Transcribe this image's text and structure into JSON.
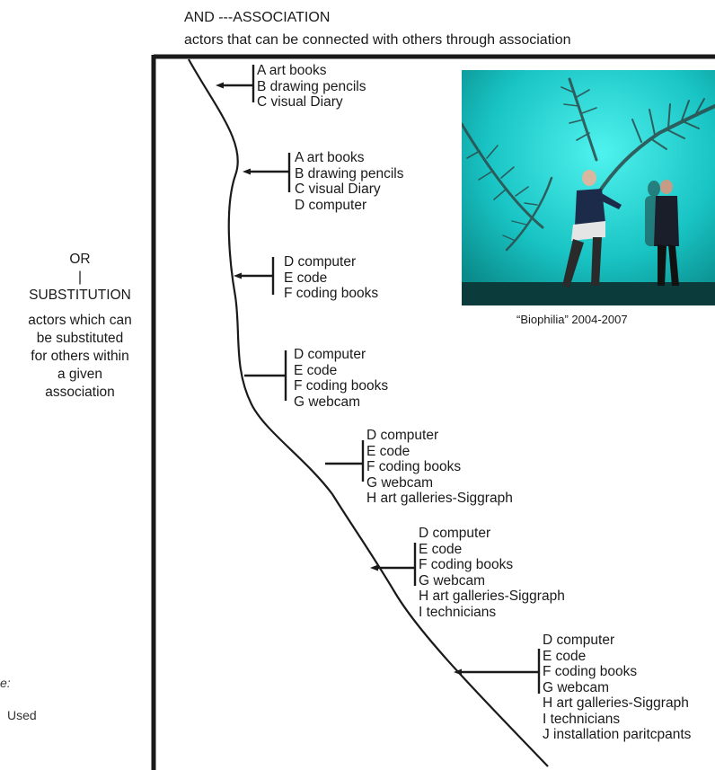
{
  "header": {
    "line1": "AND ---ASSOCIATION",
    "line2": "actors that can be connected with  others through association"
  },
  "left": {
    "or": "OR",
    "bar": "|",
    "substitution": "SUBSTITUTION",
    "desc": [
      "actors which can",
      "be substituted",
      "for others within",
      "a given",
      "association"
    ]
  },
  "groups": [
    [
      "A art books",
      "B drawing pencils",
      "C visual Diary"
    ],
    [
      "A art books",
      "B drawing pencils",
      "C visual Diary",
      "D computer"
    ],
    [
      "D computer",
      "E code",
      "F coding books"
    ],
    [
      "D computer",
      "E code",
      "F coding books",
      "G webcam"
    ],
    [
      "D computer",
      "E code",
      "F coding books",
      "G webcam",
      "H art galleries-Siggraph"
    ],
    [
      "D computer",
      "E code",
      "F coding books",
      "G webcam",
      "H art galleries-Siggraph",
      "I  technicians"
    ],
    [
      "D computer",
      "E code",
      "F coding books",
      "G webcam",
      "H art galleries-Siggraph",
      "I technicians",
      "J installation paritcpants"
    ]
  ],
  "photo": {
    "caption": "“Biophilia” 2004-2007",
    "colors": {
      "wall": "#18c8c8",
      "floor": "#0b3b3b",
      "plant": "#2d4a4a"
    }
  },
  "corner": {
    "e": "e:",
    "used": "Used"
  },
  "colors": {
    "line": "#1a1a1a",
    "text": "#1a1a1a"
  }
}
